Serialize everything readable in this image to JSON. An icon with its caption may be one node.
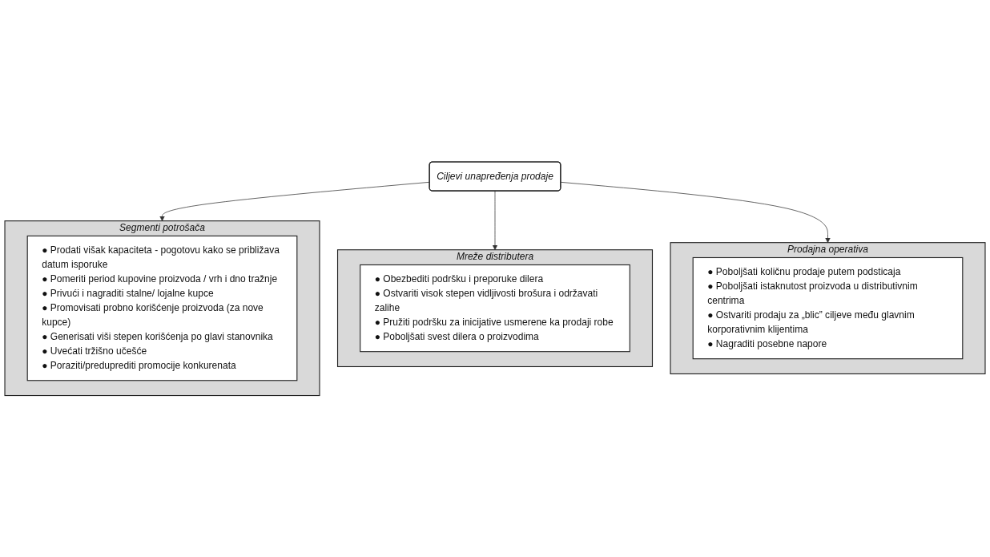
{
  "diagram": {
    "nodes": [
      {
        "text": [
          "Ciljevi unapređenja prodaje"
        ]
      },
      {
        "text": [
          "Segmenti potrošača"
        ]
      },
      {
        "text": [
          "● Prodati višak kapaciteta - pogotovu kako se približava datum isporuke",
          "● Pomeriti period kupovine proizvoda / vrh i dno tražnje",
          "● Privući i nagraditi stalne/ lojalne kupce",
          "● Promovisati probno korišćenje proizvoda (za nove kupce)",
          "● Generisati viši stepen korišćenja po glavi stanovnika",
          "● Uvećati tržišno učešće",
          "● Poraziti/preduprediti promocije konkurenata"
        ],
        "in": 1
      },
      {
        "text": [
          "Mreže distributera"
        ]
      },
      {
        "text": [
          "● Obezbediti podršku i preporuke dilera",
          "● Ostvariti visok stepen vidljivosti brošura i održavati zalihe",
          "● Pružiti podršku za inicijative usmerene ka prodaji robe",
          "● Poboljšati svest dilera o proizvodima"
        ],
        "in": 3
      },
      {
        "text": [
          "Prodajna operativa"
        ]
      },
      {
        "text": [
          "● Poboljšati količnu prodaje putem podsticaja",
          "● Poboljšati istaknutost proizvoda u distributivnim centrima",
          "● Ostvariti prodaju za „blic” ciljeve među glavnim korporativnim klijentima",
          "● Nagraditi posebne napore"
        ],
        "in": 5
      }
    ],
    "edges": [
      {
        "from": 0,
        "to": 1,
        "arrow": "to"
      },
      {
        "from": 0,
        "to": 3,
        "arrow": "to"
      },
      {
        "from": 0,
        "to": 5,
        "arrow": "to"
      }
    ]
  }
}
